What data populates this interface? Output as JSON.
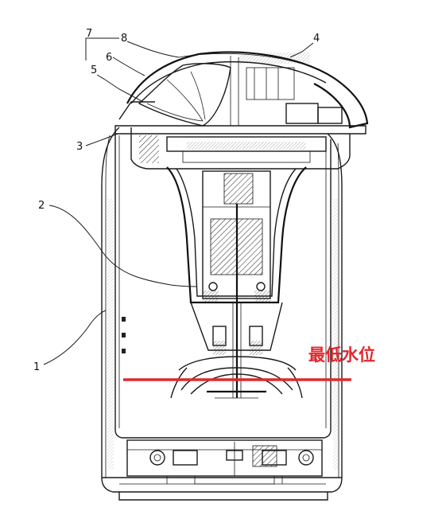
{
  "callouts": [
    {
      "id": "1",
      "label": "1"
    },
    {
      "id": "2",
      "label": "2"
    },
    {
      "id": "3",
      "label": "3"
    },
    {
      "id": "4",
      "label": "4"
    },
    {
      "id": "5",
      "label": "5"
    },
    {
      "id": "6",
      "label": "6"
    },
    {
      "id": "7",
      "label": "7"
    },
    {
      "id": "8",
      "label": "8"
    }
  ],
  "water_level": {
    "label": "最低水位",
    "color": "#e0282e"
  }
}
